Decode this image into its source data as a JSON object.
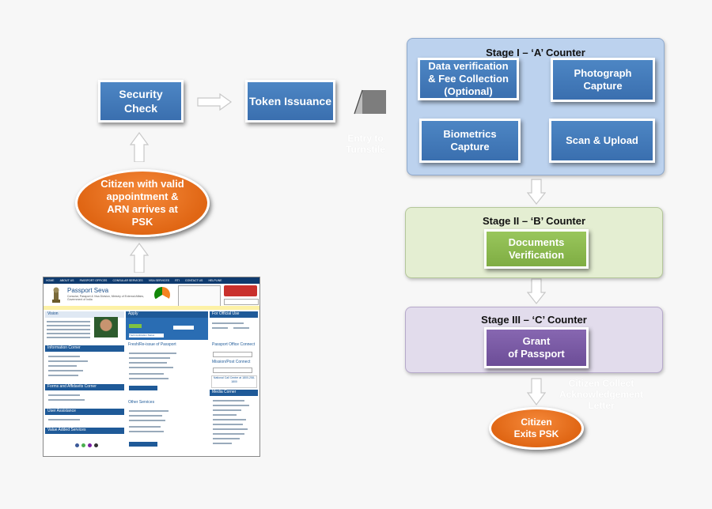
{
  "flow": {
    "citizen_arrives": [
      "Citizen with valid",
      "appointment &",
      "ARN arrives at",
      "PSK"
    ],
    "security_check": [
      "Security",
      "Check"
    ],
    "token_issuance": "Token Issuance",
    "entry_turnstile": [
      "Entry to",
      "Turnstile"
    ],
    "citizen_exits": [
      "Citizen",
      "Exits PSK"
    ],
    "collect_ack": [
      "Citizen Collect",
      "Acknowledgement",
      "Letter"
    ]
  },
  "stage1": {
    "title": "Stage I – ‘A’ Counter",
    "data_verification": [
      "Data verification",
      "& Fee Collection",
      "(Optional)"
    ],
    "photograph": [
      "Photograph",
      "Capture"
    ],
    "biometrics": [
      "Biometrics",
      "Capture"
    ],
    "scan_upload": "Scan & Upload"
  },
  "stage2": {
    "title": "Stage  II – ‘B’ Counter",
    "documents": [
      "Documents",
      "Verification"
    ]
  },
  "stage3": {
    "title": "Stage  III – ‘C’ Counter",
    "grant": [
      "Grant",
      "of Passport"
    ]
  },
  "website": {
    "nav": [
      "HOME",
      "ABOUT US",
      "PASSPORT OFFICES",
      "CONSULAR SERVICES",
      "VISA SERVICES",
      "RTI",
      "CONTACT US",
      "HELPLINE"
    ],
    "site_title": "Passport Seva",
    "site_subtitle": "Consular, Passport & Visa Division, Ministry of External Affairs, Government of India",
    "vision": "Vision",
    "apply": "Apply",
    "official_use": "For Official Use",
    "information_corner": "Information Corner",
    "forms": "Forms and Affidavits Corner",
    "user_assistance": "User Assistance",
    "value_added": "Value Added Services",
    "fresh_reissue": "Fresh/Re-issue of Passport",
    "other_services": "Other Services",
    "office_connect": "Passport Office Connect",
    "mission_connect": "Mission/Post Connect",
    "media_corner": "Media Corner",
    "call_centre": "National Call Centre at 1800-258-1800",
    "track_button": "Track Application Status"
  },
  "colors": {
    "blue": "#3f77b8",
    "green": "#8cbb4e",
    "purple": "#7a5aa5",
    "orange": "#e8701d",
    "stage1_bg": "#bcd2ee",
    "stage2_bg": "#e4eed2",
    "stage3_bg": "#e2dcec"
  }
}
